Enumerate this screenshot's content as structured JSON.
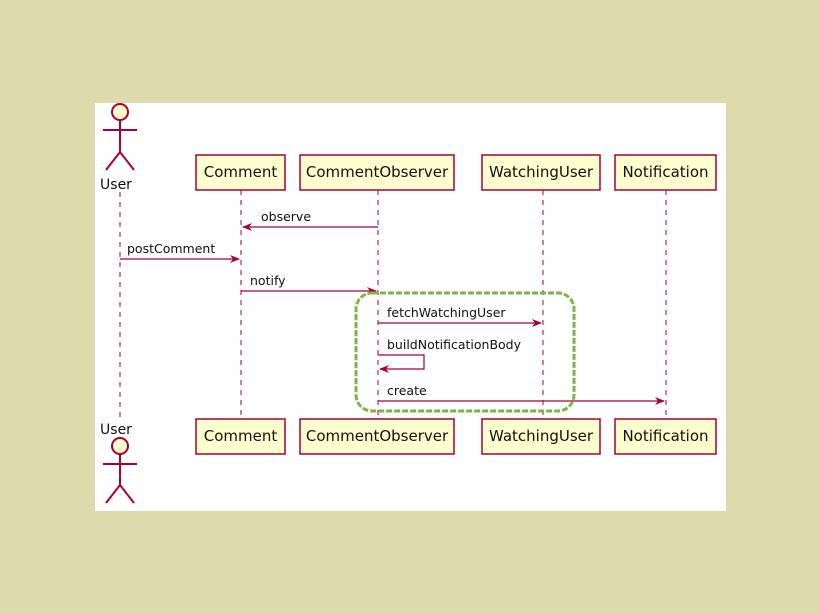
{
  "colors": {
    "background": "#dddbac",
    "panel": "#ffffff",
    "participant_fill": "#fefece",
    "participant_border": "#a80036",
    "lifeline": "#a80036",
    "highlight": "#7ab648"
  },
  "actor": {
    "label": "User",
    "icon": "stick-figure-icon"
  },
  "participants": [
    {
      "id": "comment",
      "label": "Comment"
    },
    {
      "id": "observer",
      "label": "CommentObserver"
    },
    {
      "id": "watching",
      "label": "WatchingUser"
    },
    {
      "id": "notification",
      "label": "Notification"
    }
  ],
  "messages": [
    {
      "label": "observe",
      "from": "observer",
      "to": "comment"
    },
    {
      "label": "postComment",
      "from": "user",
      "to": "comment"
    },
    {
      "label": "notify",
      "from": "comment",
      "to": "observer"
    },
    {
      "label": "fetchWatchingUser",
      "from": "observer",
      "to": "watching"
    },
    {
      "label": "buildNotificationBody",
      "from": "observer",
      "to": "observer"
    },
    {
      "label": "create",
      "from": "observer",
      "to": "notification"
    }
  ],
  "highlight": {
    "label": "",
    "shape": "rounded-dashed-rect"
  }
}
